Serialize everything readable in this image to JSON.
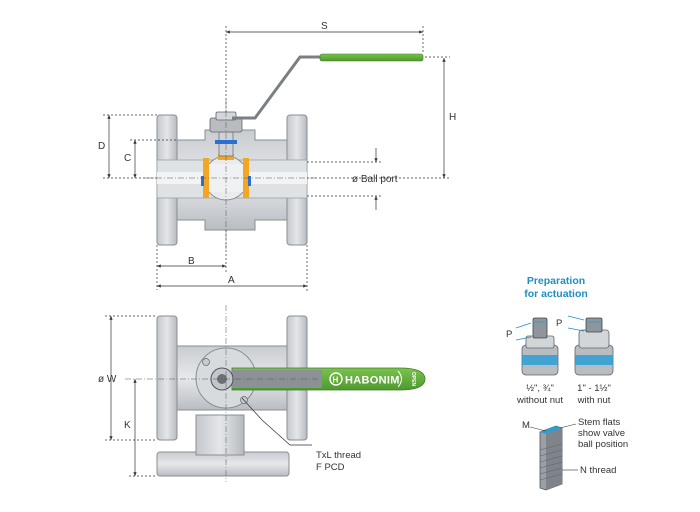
{
  "dimensions": {
    "S": "S",
    "H": "H",
    "D": "D",
    "C": "C",
    "ball_port": "ø Ball port",
    "B": "B",
    "A": "A",
    "W": "ø W",
    "K": "K"
  },
  "notes": {
    "txl_thread": "TxL thread",
    "f_pcd": "F PCD"
  },
  "brand": {
    "name": "HABONIM",
    "open": "OPEN",
    "green": "#5aa83a"
  },
  "preparation": {
    "title_line1": "Preparation",
    "title_line2": "for actuation",
    "p_label": "P",
    "variant1_line1": "½\", ¾\"",
    "variant1_line2": "without nut",
    "variant2_line1": "1\" - 1½\"",
    "variant2_line2": "with nut",
    "m_label": "M",
    "stem_line1": "Stem flats",
    "stem_line2": "show valve",
    "stem_line3": "ball position",
    "n_thread": "N thread",
    "accent": "#1f8fbf"
  }
}
